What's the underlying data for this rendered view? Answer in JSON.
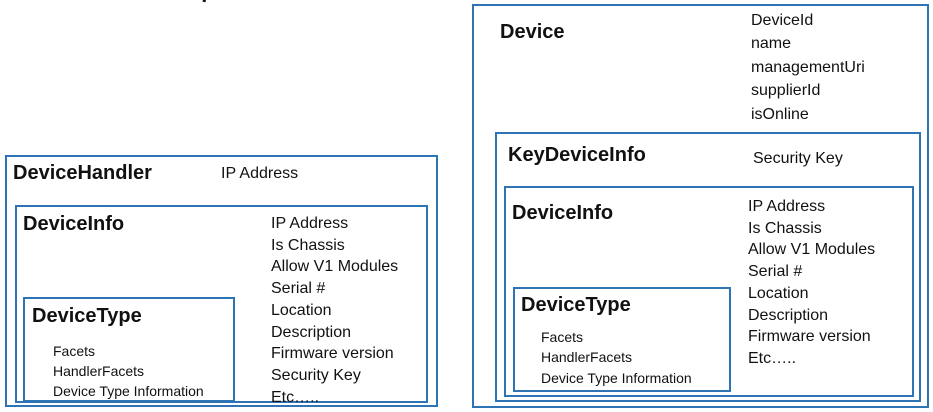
{
  "left": {
    "handler": {
      "title": "DeviceHandler",
      "attr": "IP Address"
    },
    "device_info": {
      "title": "DeviceInfo",
      "attrs": [
        "IP Address",
        "Is Chassis",
        "Allow V1 Modules",
        "Serial #",
        "Location",
        "Description",
        "Firmware version",
        "Security Key",
        "Etc….."
      ]
    },
    "device_type": {
      "title": "DeviceType",
      "attrs": [
        "Facets",
        "HandlerFacets",
        "Device Type Information"
      ]
    }
  },
  "right": {
    "device": {
      "title": "Device",
      "attrs": [
        "DeviceId",
        "name",
        "managementUri",
        "supplierId",
        "isOnline"
      ]
    },
    "key_device_info": {
      "title": "KeyDeviceInfo",
      "attr": "Security Key"
    },
    "device_info": {
      "title": "DeviceInfo",
      "attrs": [
        "IP Address",
        "Is Chassis",
        "Allow V1 Modules",
        "Serial #",
        "Location",
        "Description",
        "Firmware version",
        "Etc….."
      ]
    },
    "device_type": {
      "title": "DeviceType",
      "attrs": [
        "Facets",
        "HandlerFacets",
        "Device Type Information"
      ]
    }
  },
  "colors": {
    "border": "#2e74b5",
    "text": "#111111"
  }
}
